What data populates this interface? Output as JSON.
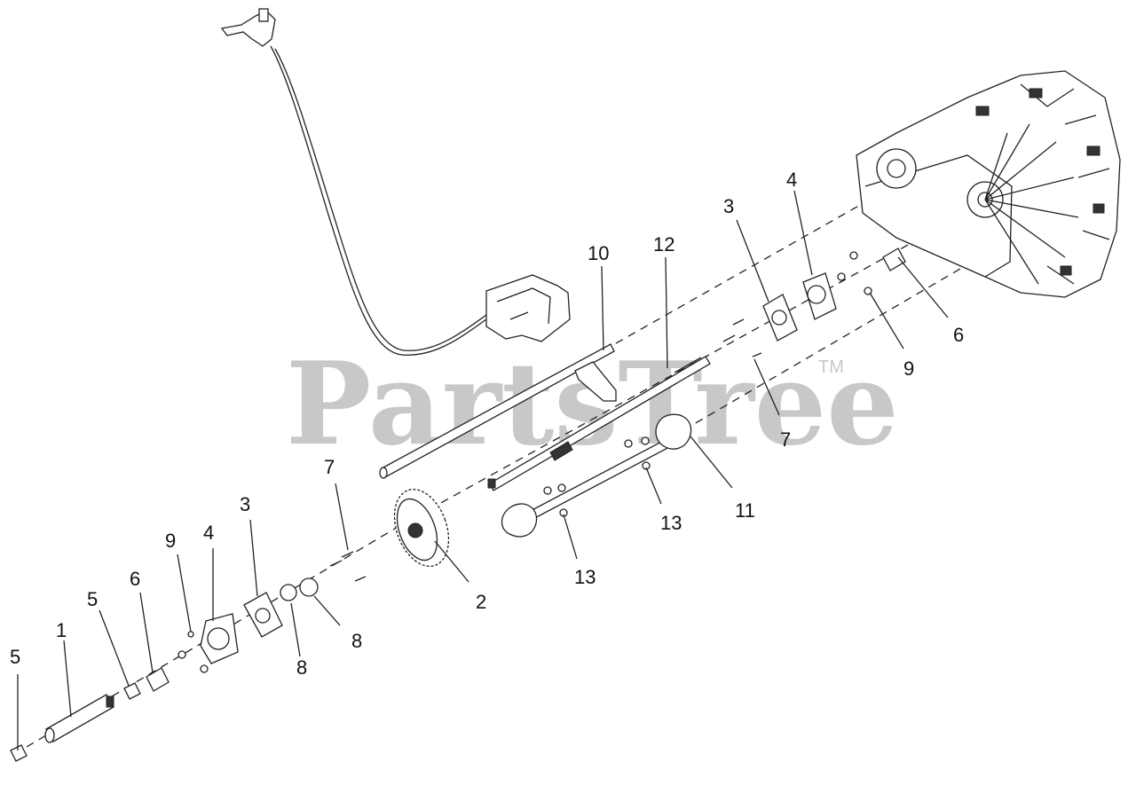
{
  "watermark": {
    "text": "PartsTree",
    "trademark": "TM",
    "color": "#c8c8c8"
  },
  "labels": [
    {
      "id": "label-5a",
      "text": "5"
    },
    {
      "id": "label-1",
      "text": "1"
    },
    {
      "id": "label-5b",
      "text": "5"
    },
    {
      "id": "label-6a",
      "text": "6"
    },
    {
      "id": "label-9a",
      "text": "9"
    },
    {
      "id": "label-4a",
      "text": "4"
    },
    {
      "id": "label-3a",
      "text": "3"
    },
    {
      "id": "label-7a",
      "text": "7"
    },
    {
      "id": "label-8a",
      "text": "8"
    },
    {
      "id": "label-8b",
      "text": "8"
    },
    {
      "id": "label-2",
      "text": "2"
    },
    {
      "id": "label-13a",
      "text": "13"
    },
    {
      "id": "label-13b",
      "text": "13"
    },
    {
      "id": "label-11",
      "text": "11"
    },
    {
      "id": "label-10",
      "text": "10"
    },
    {
      "id": "label-12",
      "text": "12"
    },
    {
      "id": "label-3b",
      "text": "3"
    },
    {
      "id": "label-4b",
      "text": "4"
    },
    {
      "id": "label-6b",
      "text": "6"
    },
    {
      "id": "label-9b",
      "text": "9"
    },
    {
      "id": "label-7b",
      "text": "7"
    }
  ]
}
